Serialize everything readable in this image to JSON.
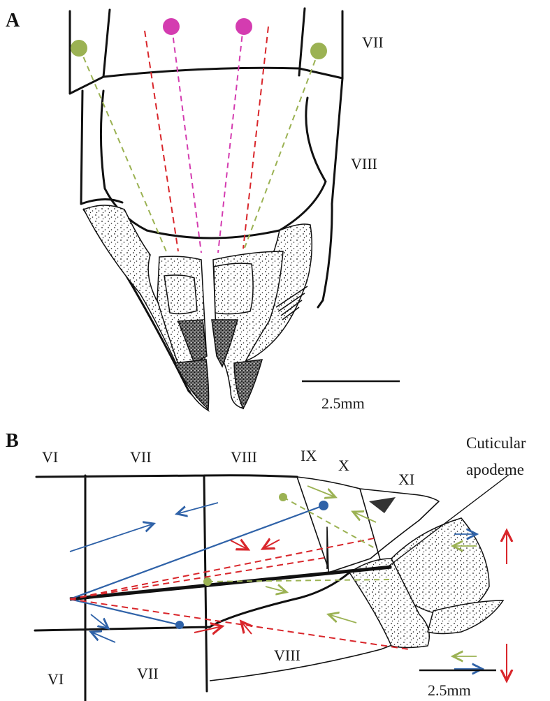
{
  "panels": {
    "a": {
      "letter": "A",
      "segments": {
        "seg7": "VII",
        "seg8": "VIII"
      },
      "scale_bar": "2.5mm"
    },
    "b": {
      "letter": "B",
      "segments_top": {
        "s6": "VI",
        "s7": "VII",
        "s8": "VIII",
        "s9": "IX",
        "s10": "X",
        "s11": "XI"
      },
      "segments_bottom": {
        "s6": "VI",
        "s7": "VII",
        "s8": "VIII"
      },
      "callout": {
        "line1": "Cuticular",
        "line2": "apodeme"
      },
      "scale_bar": "2.5mm"
    }
  },
  "colors": {
    "red": "#d9262b",
    "magenta": "#d43cb0",
    "green": "#9bb253",
    "blue": "#2f62a8",
    "ink": "#111111"
  }
}
